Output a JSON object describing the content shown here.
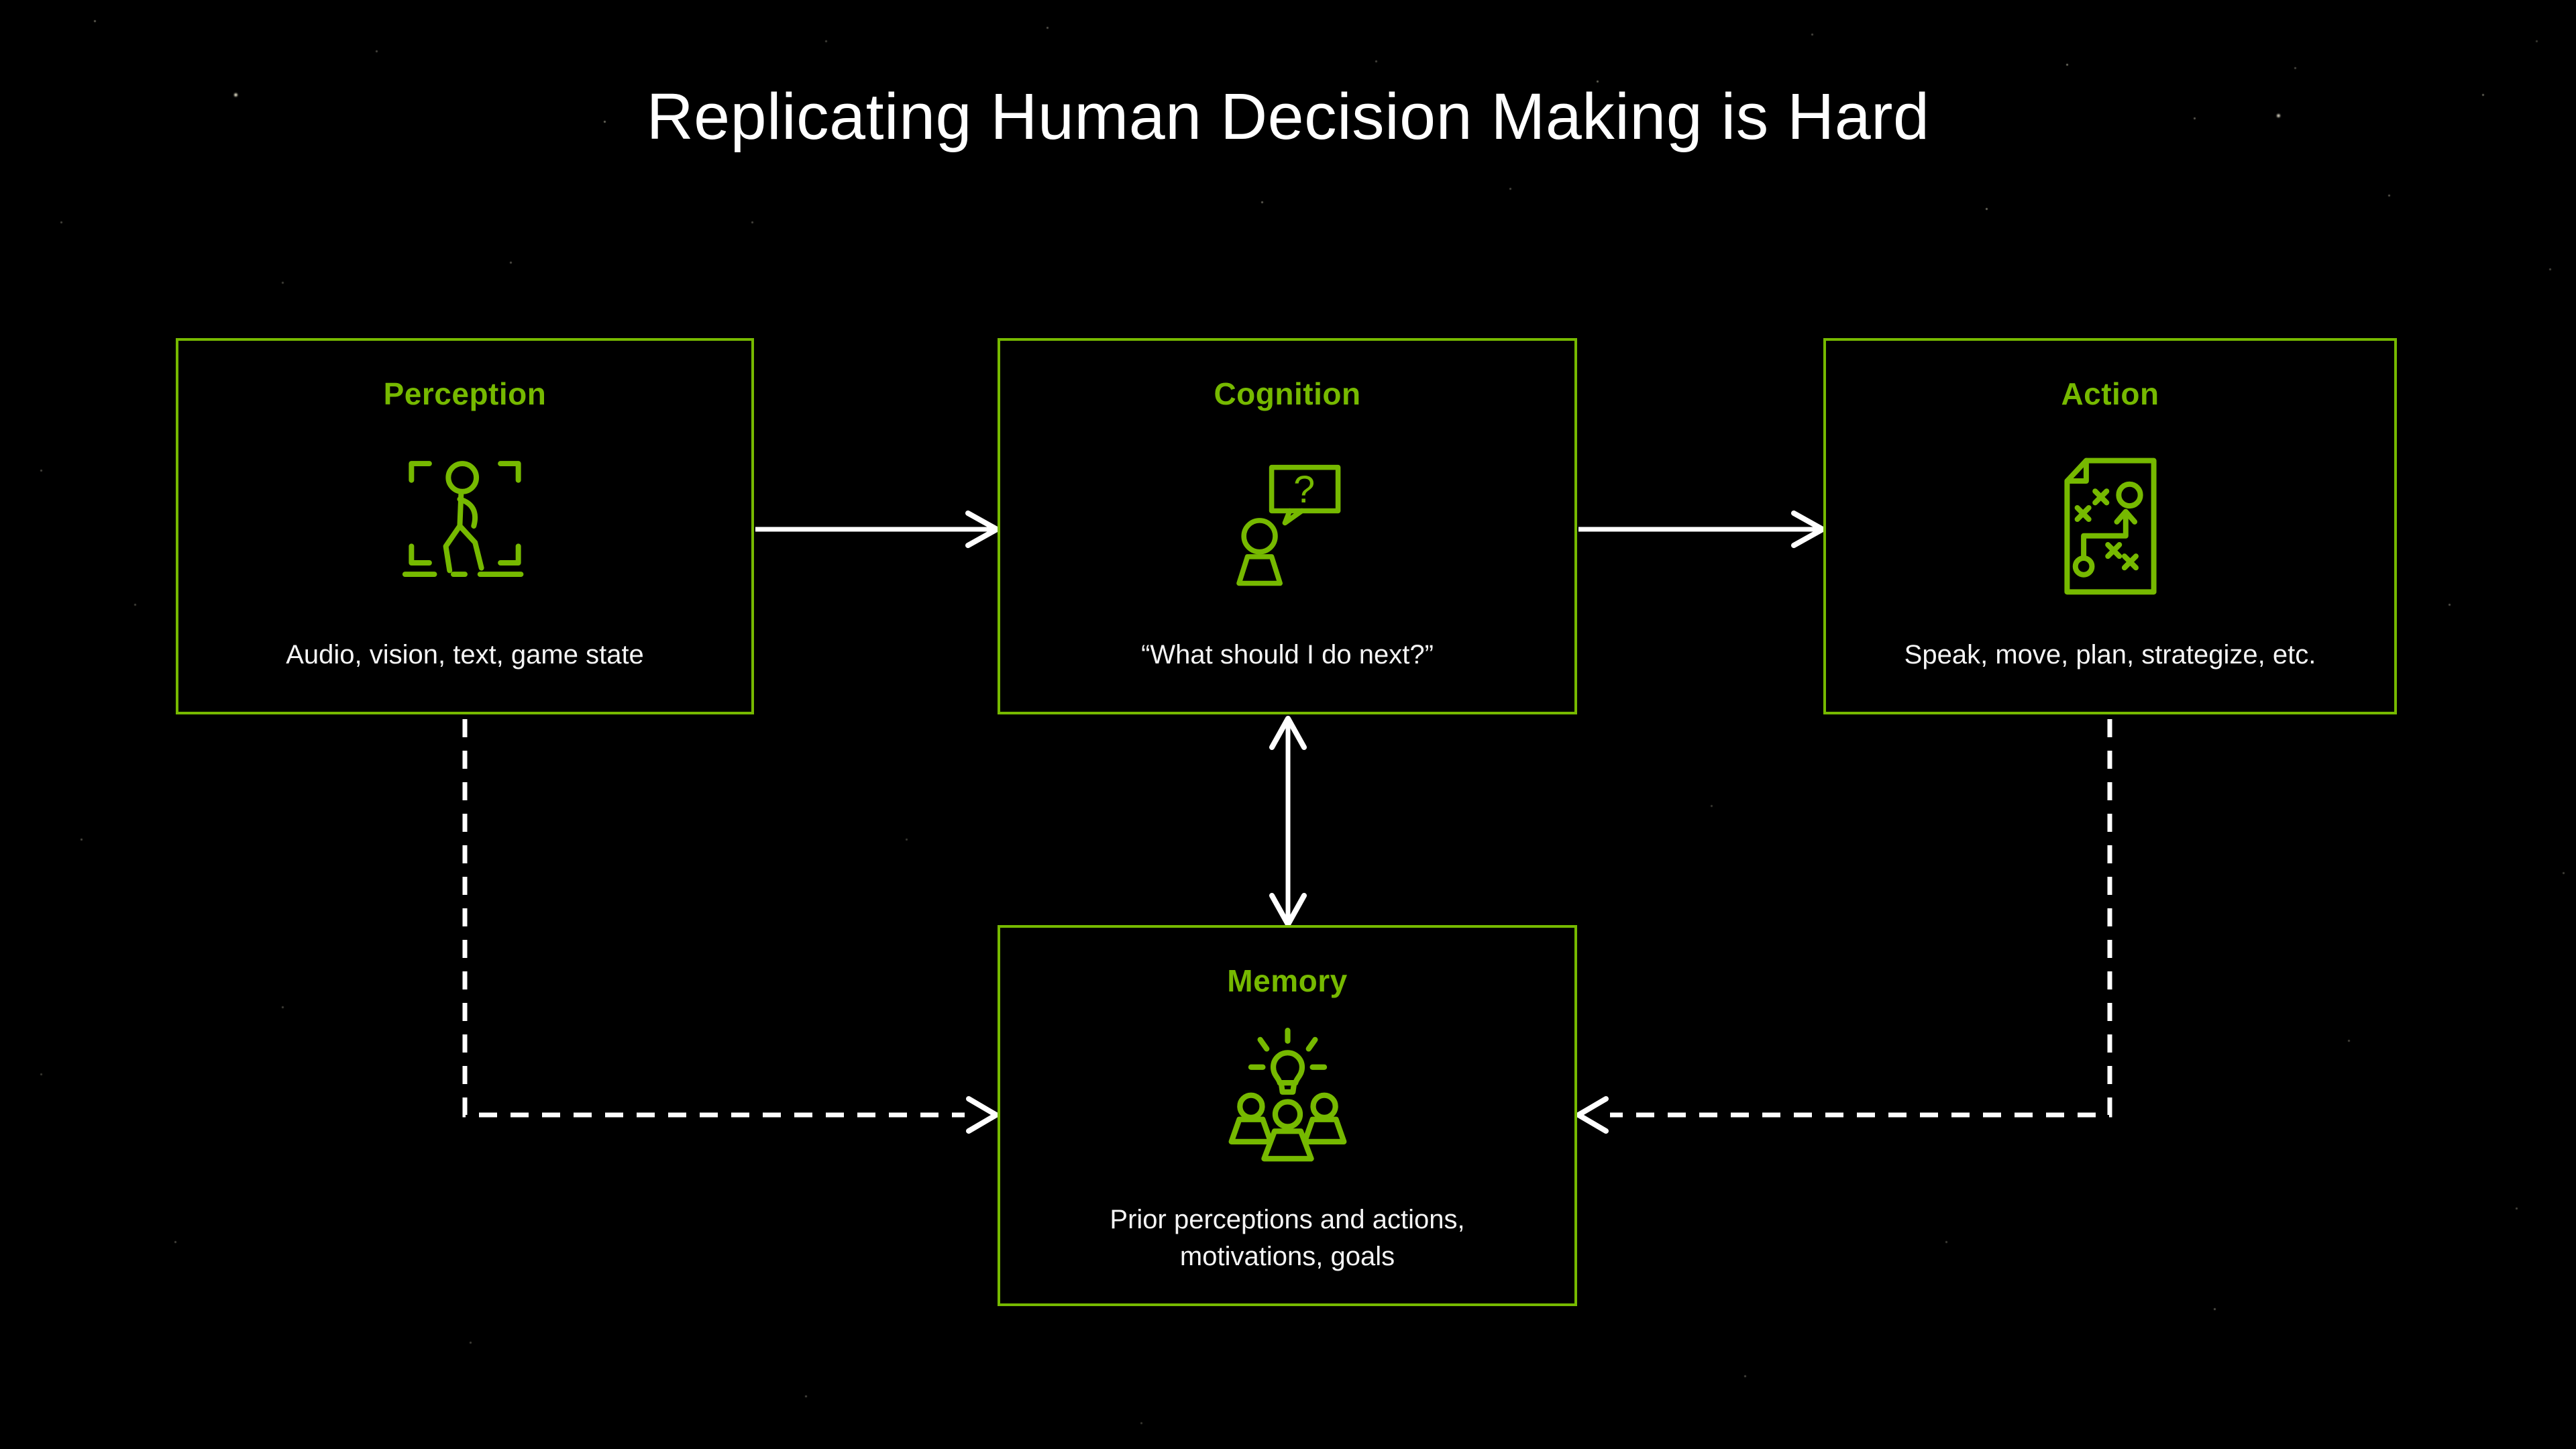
{
  "page_title": "Replicating Human Decision Making is Hard",
  "colors": {
    "accent_green": "#76B900",
    "arrow_white": "#FFFFFF",
    "background": "#000000",
    "body_text": "#F5F5F5"
  },
  "boxes": [
    {
      "id": "perception",
      "title": "Perception",
      "description": "Audio, vision, text, game state",
      "icon": "person-detection-icon"
    },
    {
      "id": "cognition",
      "title": "Cognition",
      "description": "“What should I do next?”",
      "icon": "question-bubble-icon"
    },
    {
      "id": "action",
      "title": "Action",
      "description": "Speak, move, plan, strategize, etc.",
      "icon": "strategy-document-icon"
    },
    {
      "id": "memory",
      "title": "Memory",
      "description": "Prior perceptions and actions, motivations, goals",
      "icon": "team-lightbulb-icon"
    }
  ],
  "connections": [
    {
      "from": "Perception",
      "to": "Cognition",
      "style": "solid",
      "direction": "one-way"
    },
    {
      "from": "Cognition",
      "to": "Action",
      "style": "solid",
      "direction": "one-way"
    },
    {
      "from": "Cognition",
      "to": "Memory",
      "style": "solid",
      "direction": "two-way"
    },
    {
      "from": "Perception",
      "to": "Memory",
      "style": "dashed",
      "direction": "one-way"
    },
    {
      "from": "Action",
      "to": "Memory",
      "style": "dashed",
      "direction": "one-way"
    }
  ]
}
